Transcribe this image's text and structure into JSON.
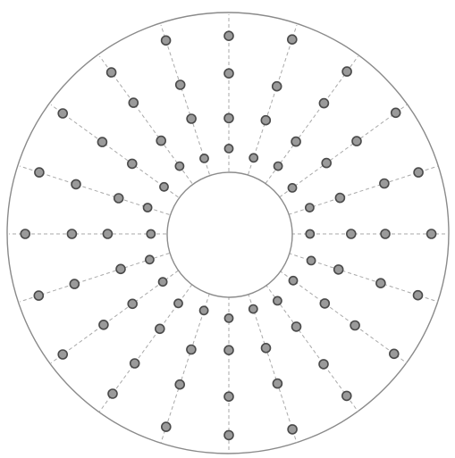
{
  "diagram": {
    "kind": "hand-sketched annular grid of radial dot lines",
    "spoke_count": 20,
    "dots_per_spoke": 4,
    "labels": [],
    "colors": {
      "background": "#ffffff",
      "ring_stroke": "#8a8a8a",
      "spoke_stroke": "#a9a9a9",
      "dot_fill": "#9a9a9a",
      "dot_stroke": "#4a4a4a"
    }
  }
}
